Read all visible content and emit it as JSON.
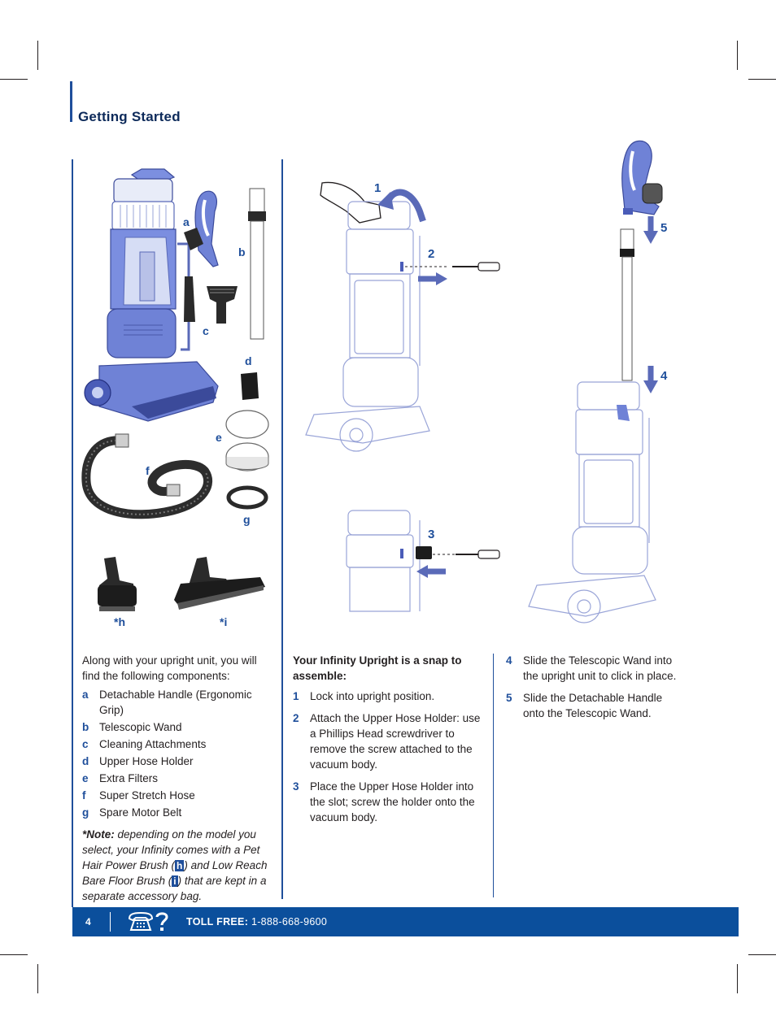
{
  "section_title": "Getting Started",
  "labels": {
    "a": "a",
    "b": "b",
    "c": "c",
    "d": "d",
    "e": "e",
    "f": "f",
    "g": "g",
    "h": "*h",
    "i": "*i",
    "step1": "1",
    "step2": "2",
    "step3": "3",
    "step4": "4",
    "step5": "5"
  },
  "components": {
    "intro": "Along with your upright unit, you will find the following components:",
    "items": [
      {
        "key": "a",
        "text": "Detachable Handle (Ergonomic Grip)"
      },
      {
        "key": "b",
        "text": "Telescopic Wand"
      },
      {
        "key": "c",
        "text": "Cleaning Attachments"
      },
      {
        "key": "d",
        "text": "Upper Hose Holder"
      },
      {
        "key": "e",
        "text": "Extra Filters"
      },
      {
        "key": "f",
        "text": "Super Stretch Hose"
      },
      {
        "key": "g",
        "text": "Spare Motor Belt"
      }
    ],
    "note_star": "*",
    "note_label": "Note:",
    "note_part1": " depending on the model you select, your Infinity comes with a Pet Hair Power Brush (",
    "note_h": "h",
    "note_part2": ") and Low Reach Bare Floor Brush (",
    "note_i": "i",
    "note_part3": ") that are kept in a separate accessory bag."
  },
  "assembly": {
    "heading": "Your Infinity Upright is a snap to assemble:",
    "steps": [
      {
        "key": "1",
        "text": "Lock into upright position."
      },
      {
        "key": "2",
        "text": "Attach the Upper Hose Holder: use a Phillips Head screwdriver to remove the screw attached to the vacuum body."
      },
      {
        "key": "3",
        "text": "Place the Upper Hose Holder into the slot; screw the holder onto the vacuum body."
      }
    ],
    "steps_right": [
      {
        "key": "4",
        "text": "Slide the Telescopic Wand into the upright unit to click in place."
      },
      {
        "key": "5",
        "text": "Slide the Detachable Handle onto the Telescopic Wand."
      }
    ]
  },
  "footer": {
    "page_number": "4",
    "toll_label": "TOLL FREE:",
    "phone": "1-888-668-9600",
    "phone_icon": "phone-question-icon"
  },
  "colors": {
    "accent": "#1f4f9b",
    "footer_bg": "#0b4f9c",
    "vacuum_blue": "#6f82d6"
  }
}
